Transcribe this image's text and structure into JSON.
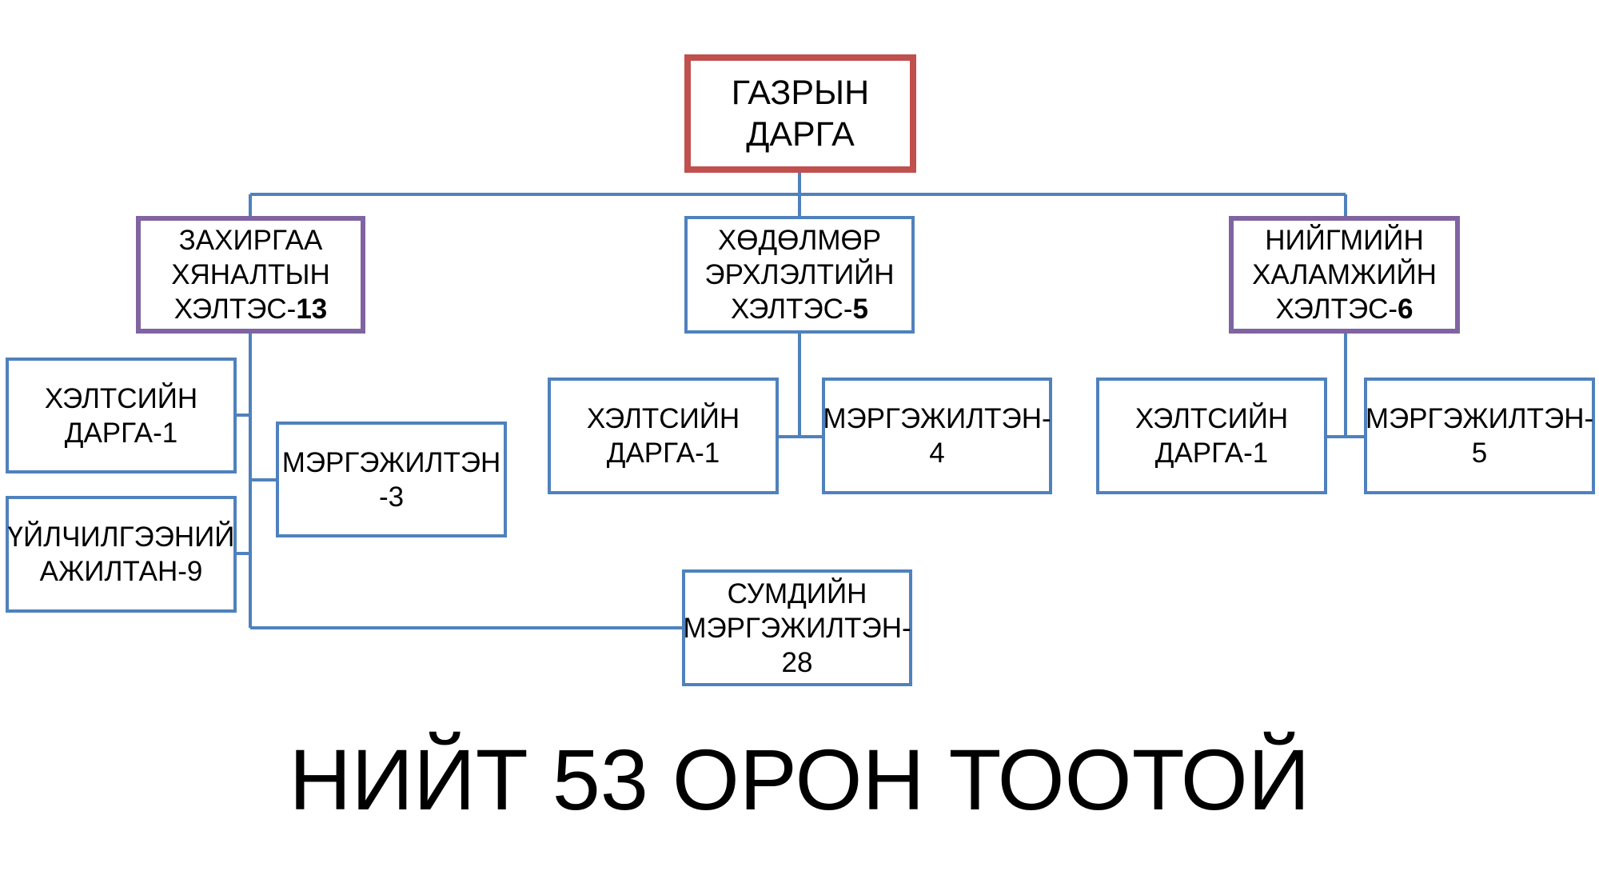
{
  "head": {
    "line1": "ГАЗРЫН",
    "line2": "ДАРГА"
  },
  "departments": {
    "admin": {
      "line1": "ЗАХИРГАА",
      "line2": "ХЯНАЛТЫН",
      "line3_prefix": "ХЭЛТЭС-",
      "count": "13"
    },
    "labor": {
      "line1": "ХӨДӨЛМӨР",
      "line2": "ЭРХЛЭЛТИЙН",
      "line3_prefix": "ХЭЛТЭС-",
      "count": "5"
    },
    "welfare": {
      "line1": "НИЙГМИЙН",
      "line2": "ХАЛАМЖИЙН",
      "line3_prefix": "ХЭЛТЭС-",
      "count": "6"
    }
  },
  "units": {
    "admin_head": {
      "line1": "ХЭЛТСИЙН",
      "line2": "ДАРГА-1"
    },
    "admin_service": {
      "line1": "ҮЙЛЧИЛГЭЭНИЙ",
      "line2": "АЖИЛТАН-9"
    },
    "admin_specialist": {
      "line1": "МЭРГЭЖИЛТЭН",
      "line2": "-3"
    },
    "soum_specialist": {
      "line1": "СУМДИЙН",
      "line2": "МЭРГЭЖИЛТЭН-",
      "line3": "28"
    },
    "labor_head": {
      "line1": "ХЭЛТСИЙН",
      "line2": "ДАРГА-1"
    },
    "labor_specialist": {
      "line1": "МЭРГЭЖИЛТЭН-",
      "line2": "4"
    },
    "welfare_head": {
      "line1": "ХЭЛТСИЙН",
      "line2": "ДАРГА-1"
    },
    "welfare_specialist": {
      "line1": "МЭРГЭЖИЛТЭН-",
      "line2": "5"
    }
  },
  "total": "НИЙТ 53 ОРОН ТООТОЙ"
}
